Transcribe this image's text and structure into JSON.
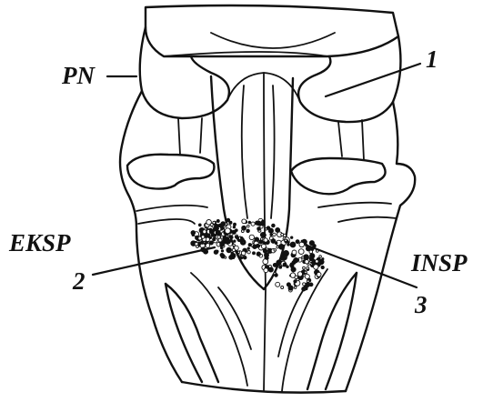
{
  "labels": {
    "pn": "PN",
    "one": "1",
    "eksp": "EKSP",
    "two": "2",
    "insp": "INSP",
    "three": "3"
  },
  "colors": {
    "ink": "#111111",
    "background": "#ffffff"
  }
}
